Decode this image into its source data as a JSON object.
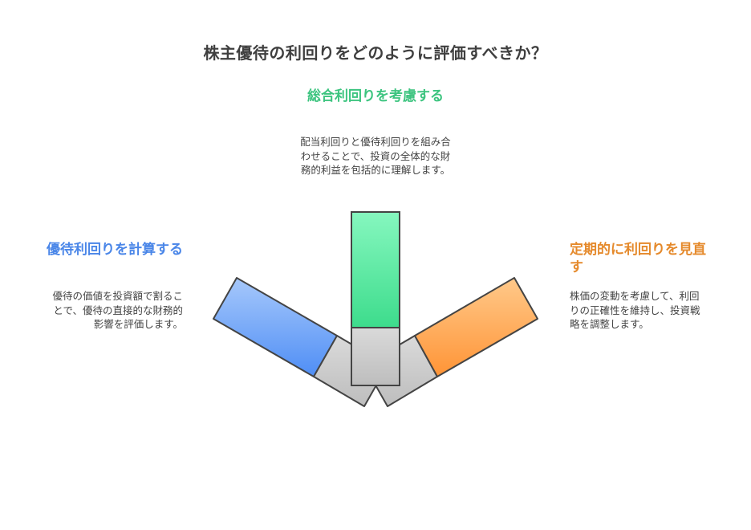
{
  "title": "株主優待の利回りをどのように評価すべきか？",
  "colors": {
    "left": "#5b9cf6",
    "center": "#3ddc8c",
    "right": "#ff9a3c",
    "neutral": "#c8c8c8",
    "outline": "#444444"
  },
  "panels": {
    "left": {
      "heading": "優待利回りを計算する",
      "body": "優待の価値を投資額で割ることで、優待の直接的な財務的影響を評価します。",
      "heading_color": "#4a86e8"
    },
    "center": {
      "heading": "総合利回りを考慮する",
      "body": "配当利回りと優待利回りを組み合わせることで、投資の全体的な財務的利益を包括的に理解します。",
      "heading_color": "#3cc47f"
    },
    "right": {
      "heading": "定期的に利回りを見直す",
      "body": "株価の変動を考慮して、利回りの正確性を維持し、投資戦略を調整します。",
      "heading_color": "#e58a2c"
    }
  }
}
